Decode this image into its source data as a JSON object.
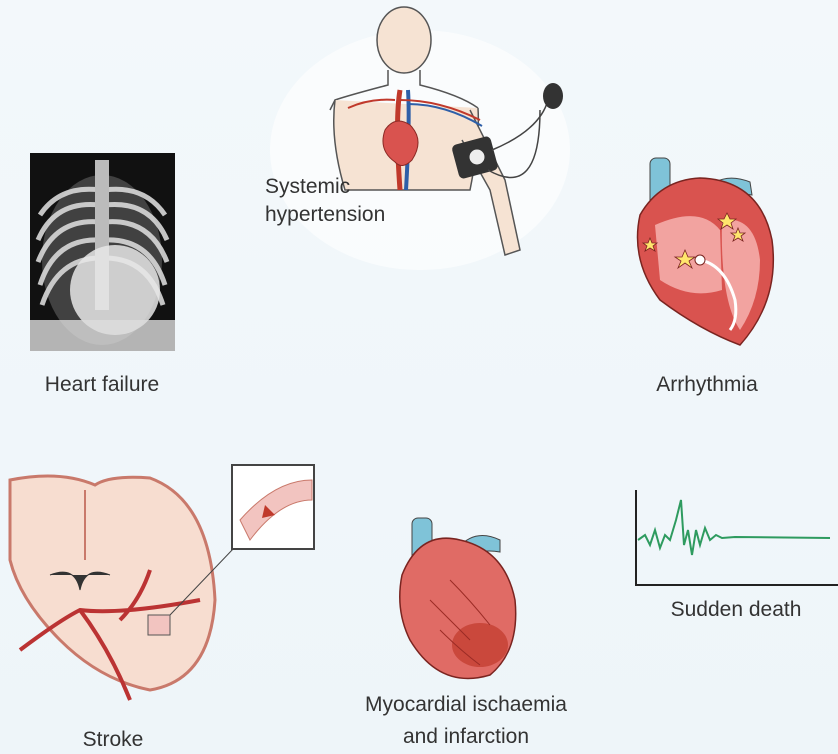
{
  "figure": {
    "conditions": [
      {
        "id": "hypertension",
        "label_lines": [
          "Systemic",
          "hypertension"
        ]
      },
      {
        "id": "heart_failure",
        "label_lines": [
          "Heart failure"
        ]
      },
      {
        "id": "arrhythmia",
        "label_lines": [
          "Arrhythmia"
        ]
      },
      {
        "id": "stroke",
        "label_lines": [
          "Stroke"
        ]
      },
      {
        "id": "ischaemia",
        "label_lines": [
          "Myocardial ischaemia",
          "and infarction"
        ]
      },
      {
        "id": "sudden_death",
        "label_lines": [
          "Sudden death"
        ]
      }
    ]
  },
  "colors": {
    "heart_red": "#d9534f",
    "heart_light": "#f2a3a0",
    "vessel_blue": "#7fc3d8",
    "brain_fill": "#f7ddd0",
    "brain_outline": "#c9796b",
    "ecg_line": "#2e9b5f",
    "skin": "#f6e3d3"
  }
}
